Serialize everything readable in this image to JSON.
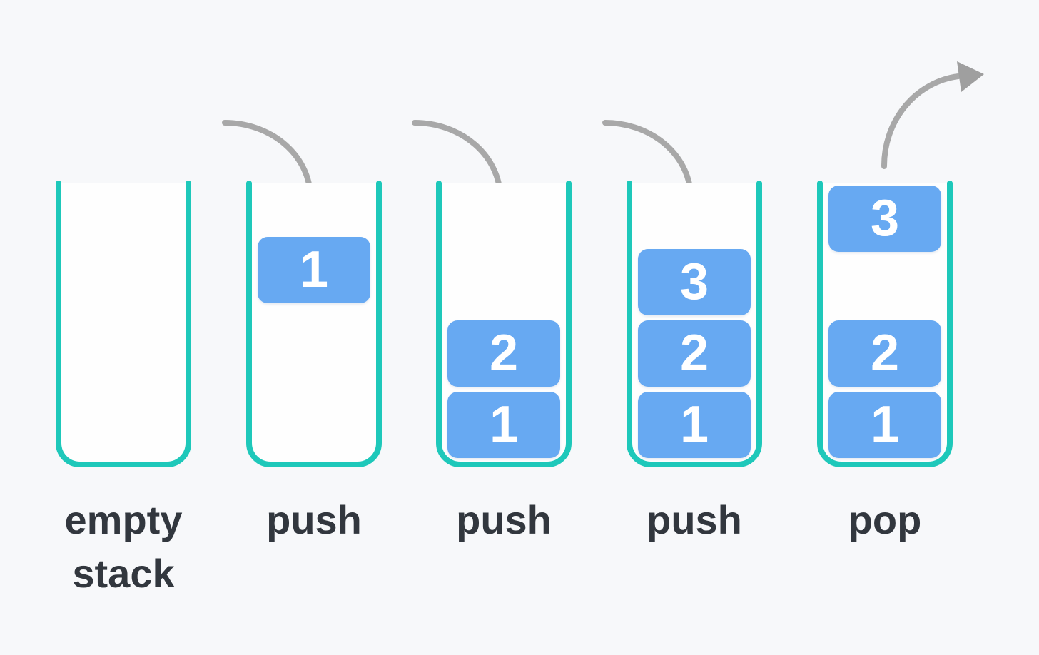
{
  "page": {
    "background_color": "#f7f8fa"
  },
  "colors": {
    "container_stroke": "#1ec8ba",
    "container_fill": "#fefefe",
    "box_fill": "#67a9f2",
    "box_text": "#ffffff",
    "arrow_gray": "#a8a8a8",
    "label_text": "#32373e"
  },
  "diagram": {
    "stages": [
      {
        "label": "empty stack",
        "arrow": "none",
        "boxes": []
      },
      {
        "label": "push",
        "arrow": "push-in",
        "boxes": [
          "1"
        ]
      },
      {
        "label": "push",
        "arrow": "push-in",
        "boxes": [
          "2",
          "1"
        ]
      },
      {
        "label": "push",
        "arrow": "push-in",
        "boxes": [
          "3",
          "2",
          "1"
        ]
      },
      {
        "label": "pop",
        "arrow": "pop-out",
        "boxes": [
          "3",
          "2",
          "1"
        ]
      }
    ]
  }
}
